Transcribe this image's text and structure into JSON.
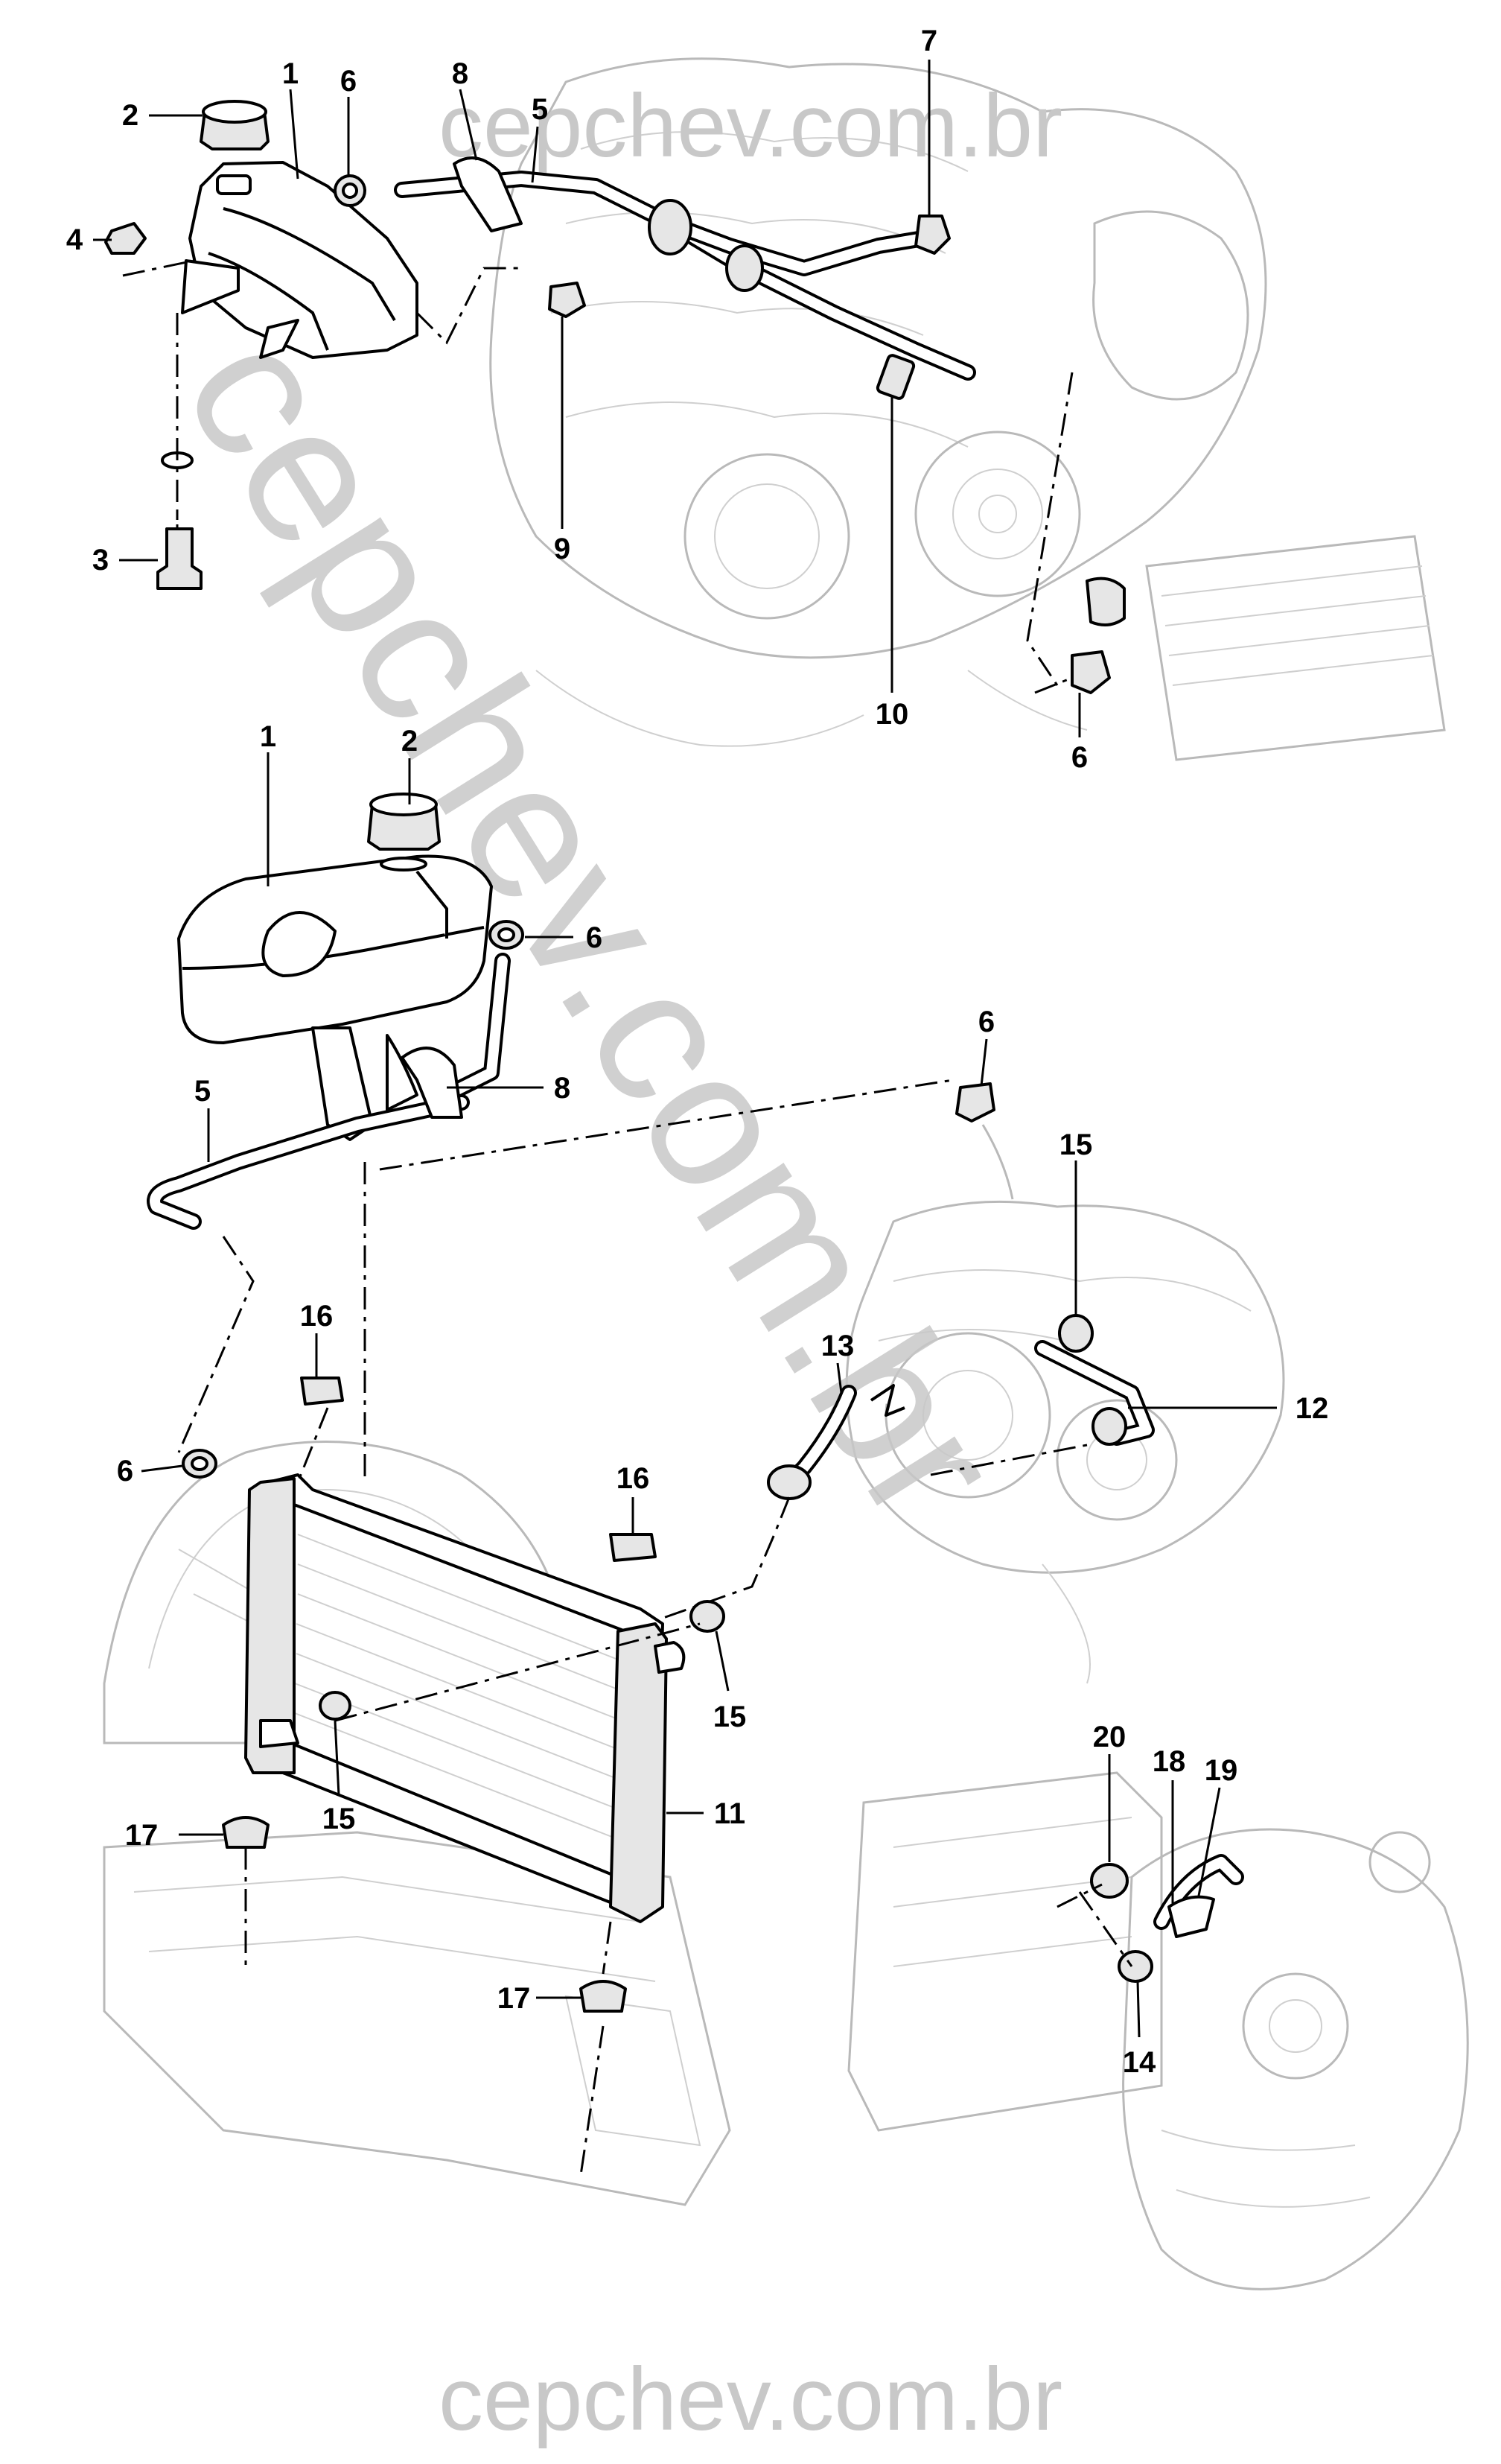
{
  "watermark": {
    "top": "cepchev.com.br",
    "diagonal": "cepchev.com.br",
    "bottom": "cepchev.com.br"
  },
  "callouts": [
    {
      "id": "c1a",
      "label": "1"
    },
    {
      "id": "c2a",
      "label": "2"
    },
    {
      "id": "c3",
      "label": "3"
    },
    {
      "id": "c4",
      "label": "4"
    },
    {
      "id": "c5a",
      "label": "5"
    },
    {
      "id": "c6a",
      "label": "6"
    },
    {
      "id": "c7",
      "label": "7"
    },
    {
      "id": "c8a",
      "label": "8"
    },
    {
      "id": "c9",
      "label": "9"
    },
    {
      "id": "c10",
      "label": "10"
    },
    {
      "id": "c6b",
      "label": "6"
    },
    {
      "id": "c1b",
      "label": "1"
    },
    {
      "id": "c2b",
      "label": "2"
    },
    {
      "id": "c6c",
      "label": "6"
    },
    {
      "id": "c5b",
      "label": "5"
    },
    {
      "id": "c8b",
      "label": "8"
    },
    {
      "id": "c6d",
      "label": "6"
    },
    {
      "id": "c15a",
      "label": "15"
    },
    {
      "id": "c12",
      "label": "12"
    },
    {
      "id": "c13",
      "label": "13"
    },
    {
      "id": "c16a",
      "label": "16"
    },
    {
      "id": "c6e",
      "label": "6"
    },
    {
      "id": "c16b",
      "label": "16"
    },
    {
      "id": "c15b",
      "label": "15"
    },
    {
      "id": "c15c",
      "label": "15"
    },
    {
      "id": "c11",
      "label": "11"
    },
    {
      "id": "c17a",
      "label": "17"
    },
    {
      "id": "c17b",
      "label": "17"
    },
    {
      "id": "c20",
      "label": "20"
    },
    {
      "id": "c18",
      "label": "18"
    },
    {
      "id": "c19",
      "label": "19"
    },
    {
      "id": "c14",
      "label": "14"
    }
  ]
}
